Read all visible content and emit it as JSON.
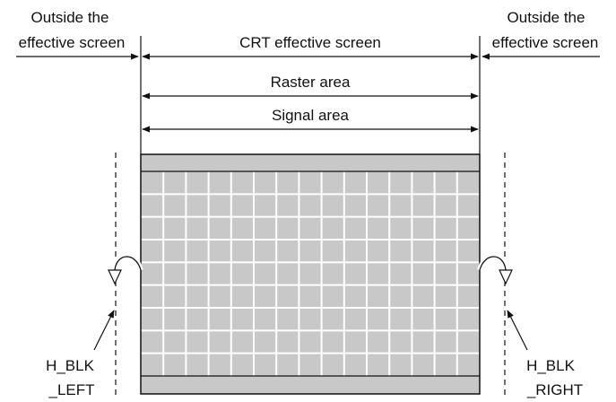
{
  "labels": {
    "outside_left_line1": "Outside the",
    "outside_left_line2": "effective screen",
    "outside_right_line1": "Outside the",
    "outside_right_line2": "effective screen",
    "crt_effective_screen": "CRT effective screen",
    "raster_area": "Raster area",
    "signal_area": "Signal area",
    "h_blk_left_line1": "H_BLK",
    "h_blk_left_line2": "_LEFT",
    "h_blk_right_line1": "H_BLK",
    "h_blk_right_line2": "_RIGHT"
  },
  "grid": {
    "columns": 15,
    "rows": 9
  },
  "colors": {
    "line": "#111111",
    "screen_fill": "#c8c8c8",
    "grid_line": "#ffffff",
    "background": "#ffffff"
  }
}
